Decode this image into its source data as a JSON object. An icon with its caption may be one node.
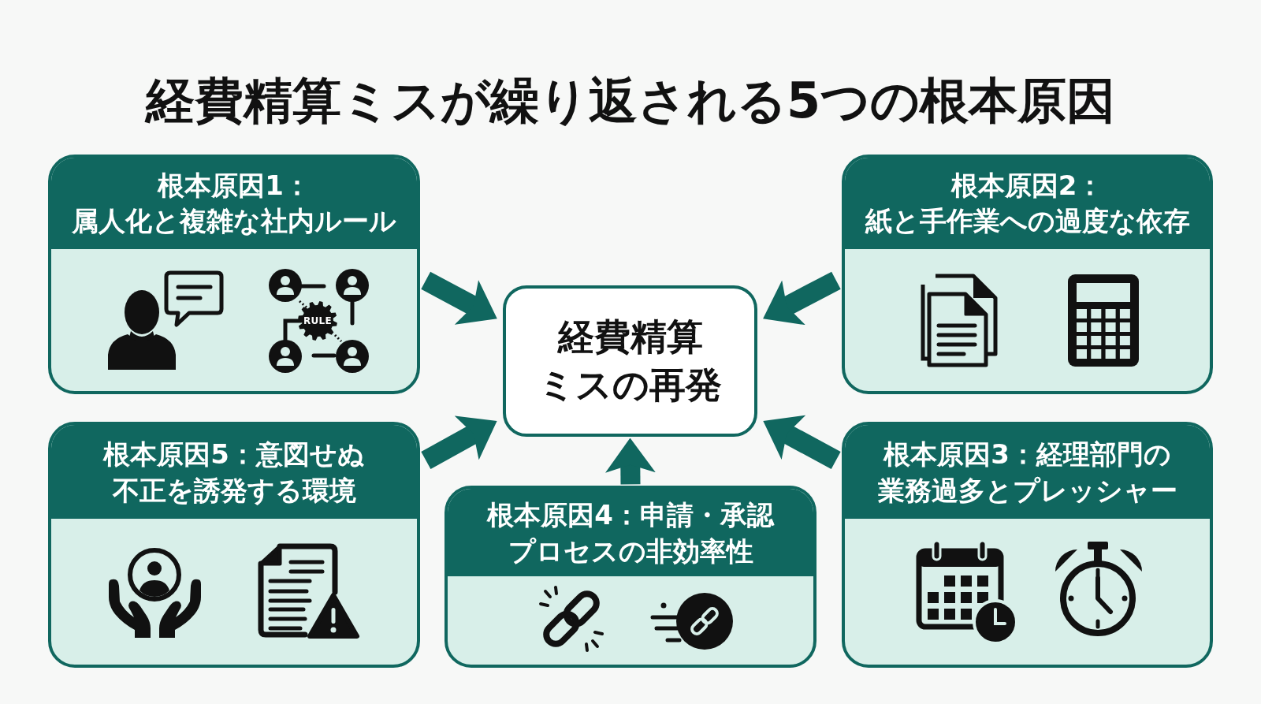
{
  "diagram": {
    "title": "経費精算ミスが繰り返される5つの根本原因",
    "nodes": [
      {
        "text": [
          "根本原因1：属人化と複雑な社内ルール"
        ]
      },
      {
        "text": [
          "根本原因2：紙と手作業への過度な依存"
        ]
      },
      {
        "text": [
          "経費精算ミスの再発"
        ]
      },
      {
        "text": [
          "根本原因5：意図せぬ不正を誘発する環境"
        ]
      },
      {
        "text": [
          "根本原因3：経理部門の業務過多とプレッシャー"
        ]
      },
      {
        "text": [
          "根本原因4：申請・承認プロセスの非効率性"
        ]
      }
    ],
    "edges": [
      {
        "from": 0,
        "to": 2,
        "arrow": "to"
      },
      {
        "from": 1,
        "to": 2,
        "arrow": "to"
      },
      {
        "from": 4,
        "to": 2,
        "arrow": "to"
      },
      {
        "from": 5,
        "to": 2,
        "arrow": "to"
      },
      {
        "from": 3,
        "to": 2,
        "arrow": "to"
      }
    ],
    "labels": [
      "RULE"
    ]
  }
}
